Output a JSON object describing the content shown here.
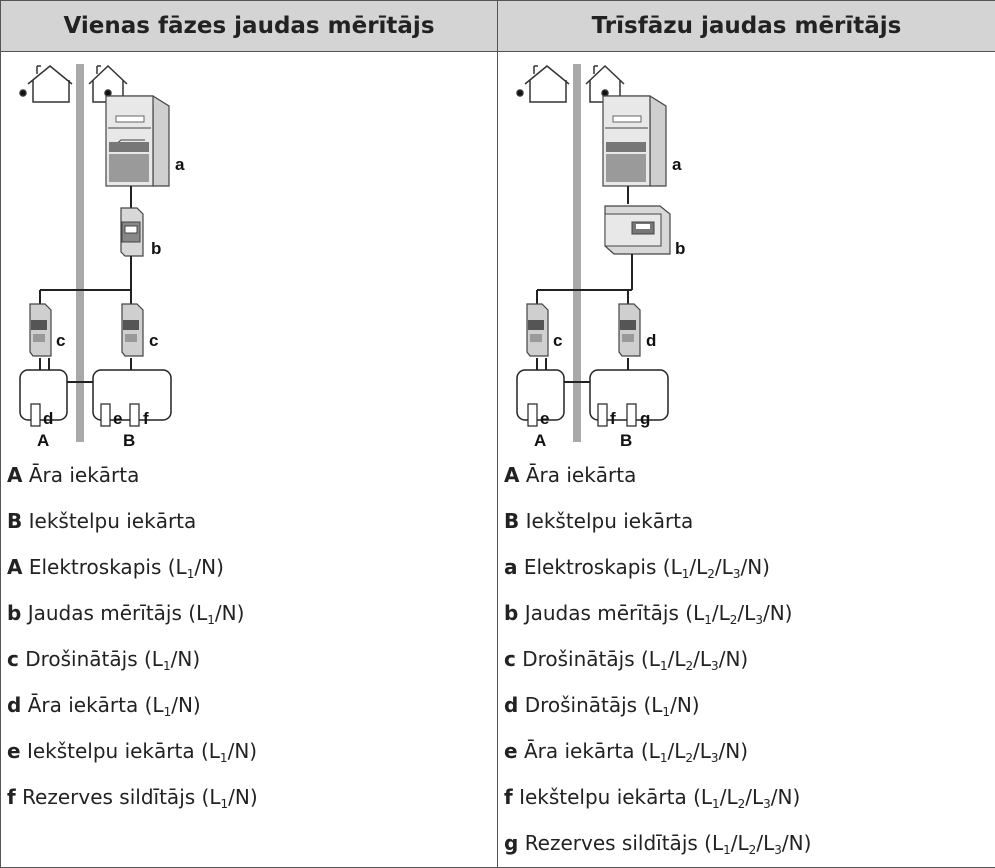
{
  "left": {
    "title": "Vienas fāzes jaudas mērītājs",
    "diagram_labels": {
      "a": "a",
      "b": "b",
      "c1": "c",
      "c2": "c",
      "d": "d",
      "e": "e",
      "f": "f",
      "A": "A",
      "B": "B"
    },
    "legend": [
      {
        "key": "A",
        "text": "Āra iekārta",
        "phase": ""
      },
      {
        "key": "B",
        "text": "Iekštelpu iekārta",
        "phase": ""
      },
      {
        "key": "A",
        "text": "Elektroskapis",
        "phase": "(L1/N)"
      },
      {
        "key": "b",
        "text": "Jaudas mērītājs",
        "phase": "(L1/N)"
      },
      {
        "key": "c",
        "text": "Drošinātājs",
        "phase": "(L1/N)"
      },
      {
        "key": "d",
        "text": "Āra iekārta",
        "phase": "(L1/N)"
      },
      {
        "key": "e",
        "text": "Iekštelpu iekārta",
        "phase": "(L1/N)"
      },
      {
        "key": "f",
        "text": "Rezerves sildītājs",
        "phase": "(L1/N)"
      }
    ]
  },
  "right": {
    "title": "Trīsfāzu jaudas mērītājs",
    "diagram_labels": {
      "a": "a",
      "b": "b",
      "c": "c",
      "d": "d",
      "e": "e",
      "f": "f",
      "g": "g",
      "A": "A",
      "B": "B"
    },
    "legend": [
      {
        "key": "A",
        "text": "Āra iekārta",
        "phase": ""
      },
      {
        "key": "B",
        "text": "Iekštelpu iekārta",
        "phase": ""
      },
      {
        "key": "a",
        "text": "Elektroskapis",
        "phase": "(L1/L2/L3/N)"
      },
      {
        "key": "b",
        "text": "Jaudas mērītājs",
        "phase": "(L1/L2/L3/N)"
      },
      {
        "key": "c",
        "text": "Drošinātājs",
        "phase": "(L1/L2/L3/N)"
      },
      {
        "key": "d",
        "text": "Drošinātājs",
        "phase": "(L1/N)"
      },
      {
        "key": "e",
        "text": "Āra iekārta",
        "phase": "(L1/L2/L3/N)"
      },
      {
        "key": "f",
        "text": "Iekštelpu iekārta",
        "phase": "(L1/L2/L3/N)"
      },
      {
        "key": "g",
        "text": "Rezerves sildītājs",
        "phase": "(L1/L2/L3/N)"
      }
    ]
  }
}
